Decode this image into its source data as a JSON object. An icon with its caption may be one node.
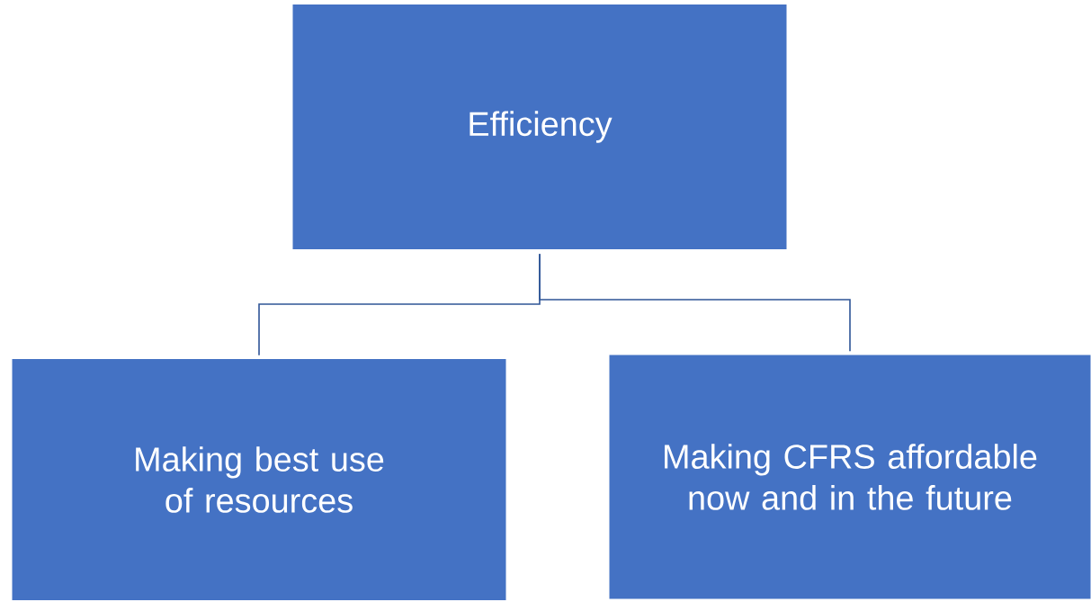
{
  "diagram": {
    "nodes": [
      {
        "text": [
          "Efficiency"
        ]
      },
      {
        "text": [
          "Making best use of resources"
        ]
      },
      {
        "text": [
          "Making CFRS affordable now and in the future"
        ]
      }
    ],
    "edges": [
      {
        "from": 0,
        "to": 1,
        "arrow": "none"
      },
      {
        "from": 0,
        "to": 2,
        "arrow": "none"
      }
    ]
  }
}
